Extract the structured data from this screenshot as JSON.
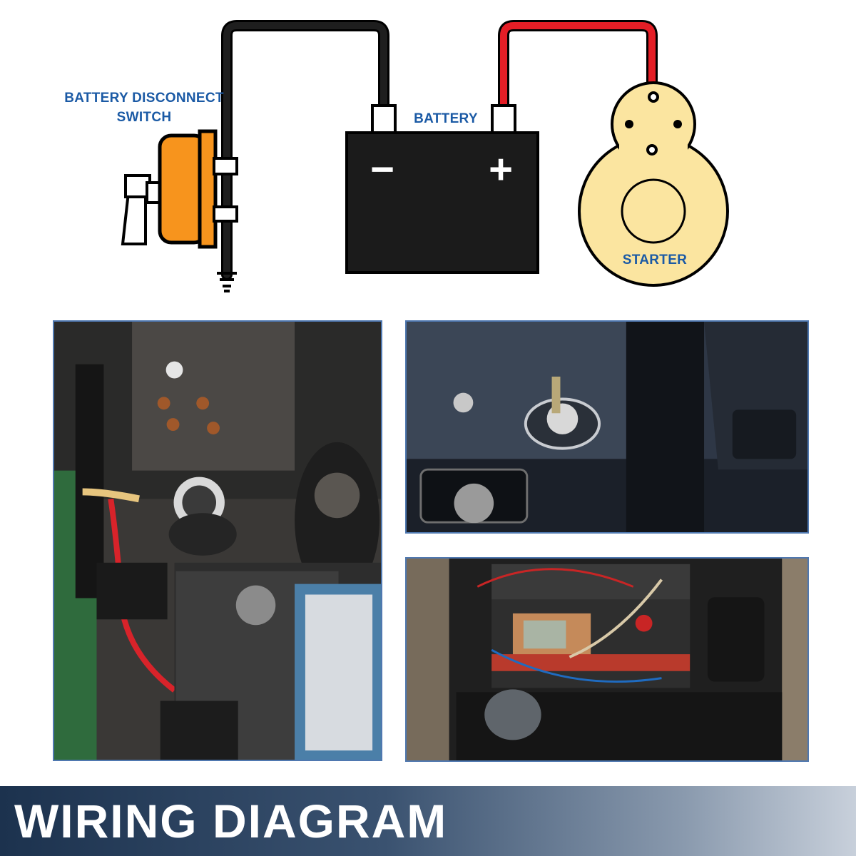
{
  "diagram": {
    "labels": {
      "switch": "BATTERY DISCONNECT\nSWITCH",
      "battery": "BATTERY",
      "starter": "STARTER",
      "negative": "−",
      "positive": "+"
    },
    "colors": {
      "negative_wire": "#111111",
      "positive_wire": "#e41e26",
      "switch_body": "#f7941d",
      "battery_body": "#1b1b1b",
      "starter_body": "#fbe5a0",
      "label_text": "#1b5aa5"
    }
  },
  "photos": [
    {
      "subject": "engine-bay-switch-photo"
    },
    {
      "subject": "panel-mounted-switch-photo"
    },
    {
      "subject": "battery-box-switch-photo"
    }
  ],
  "footer": {
    "title": "WIRING DIAGRAM"
  }
}
